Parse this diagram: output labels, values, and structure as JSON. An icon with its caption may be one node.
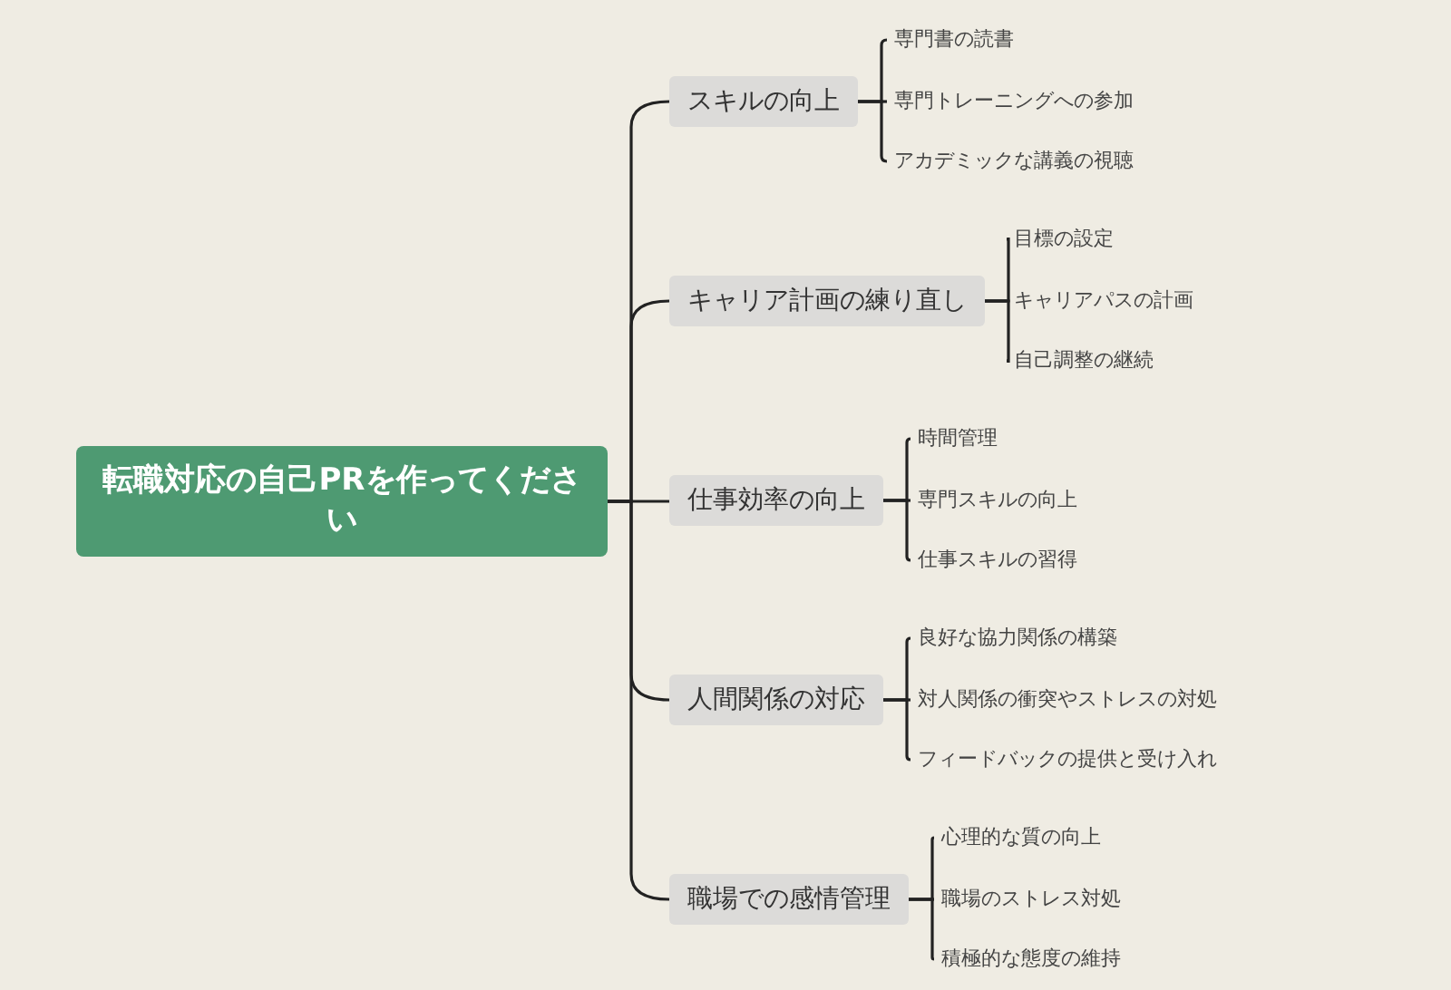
{
  "diagram": {
    "nodes": [
      {
        "text": [
          "転職対応の自己PRを作ってください"
        ]
      },
      {
        "text": [
          "スキルの向上"
        ]
      },
      {
        "text": [
          "専門書の読書"
        ]
      },
      {
        "text": [
          "専門トレーニングへの参加"
        ]
      },
      {
        "text": [
          "アカデミックな講義の視聴"
        ]
      },
      {
        "text": [
          "キャリア計画の練り直し"
        ]
      },
      {
        "text": [
          "目標の設定"
        ]
      },
      {
        "text": [
          "キャリアパスの計画"
        ]
      },
      {
        "text": [
          "自己調整の継続"
        ]
      },
      {
        "text": [
          "仕事効率の向上"
        ]
      },
      {
        "text": [
          "時間管理"
        ]
      },
      {
        "text": [
          "専門スキルの向上"
        ]
      },
      {
        "text": [
          "仕事スキルの習得"
        ]
      },
      {
        "text": [
          "人間関係の対応"
        ]
      },
      {
        "text": [
          "良好な協力関係の構築"
        ]
      },
      {
        "text": [
          "対人関係の衝突やストレスの対処"
        ]
      },
      {
        "text": [
          "フィードバックの提供と受け入れ"
        ]
      },
      {
        "text": [
          "職場での感情管理"
        ]
      },
      {
        "text": [
          "心理的な質の向上"
        ]
      },
      {
        "text": [
          "職場のストレス対処"
        ]
      },
      {
        "text": [
          "積極的な態度の維持"
        ]
      }
    ],
    "edges": [
      {
        "from": 0,
        "to": 1,
        "arrow": "none"
      },
      {
        "from": 0,
        "to": 5,
        "arrow": "none"
      },
      {
        "from": 0,
        "to": 9,
        "arrow": "none"
      },
      {
        "from": 0,
        "to": 13,
        "arrow": "none"
      },
      {
        "from": 0,
        "to": 17,
        "arrow": "none"
      },
      {
        "from": 1,
        "to": 2,
        "arrow": "none"
      },
      {
        "from": 1,
        "to": 3,
        "arrow": "none"
      },
      {
        "from": 1,
        "to": 4,
        "arrow": "none"
      },
      {
        "from": 5,
        "to": 6,
        "arrow": "none"
      },
      {
        "from": 5,
        "to": 7,
        "arrow": "none"
      },
      {
        "from": 5,
        "to": 8,
        "arrow": "none"
      },
      {
        "from": 9,
        "to": 10,
        "arrow": "none"
      },
      {
        "from": 9,
        "to": 11,
        "arrow": "none"
      },
      {
        "from": 9,
        "to": 12,
        "arrow": "none"
      },
      {
        "from": 13,
        "to": 14,
        "arrow": "none"
      },
      {
        "from": 13,
        "to": 15,
        "arrow": "none"
      },
      {
        "from": 13,
        "to": 16,
        "arrow": "none"
      },
      {
        "from": 17,
        "to": 18,
        "arrow": "none"
      },
      {
        "from": 17,
        "to": 19,
        "arrow": "none"
      },
      {
        "from": 17,
        "to": 20,
        "arrow": "none"
      }
    ]
  }
}
